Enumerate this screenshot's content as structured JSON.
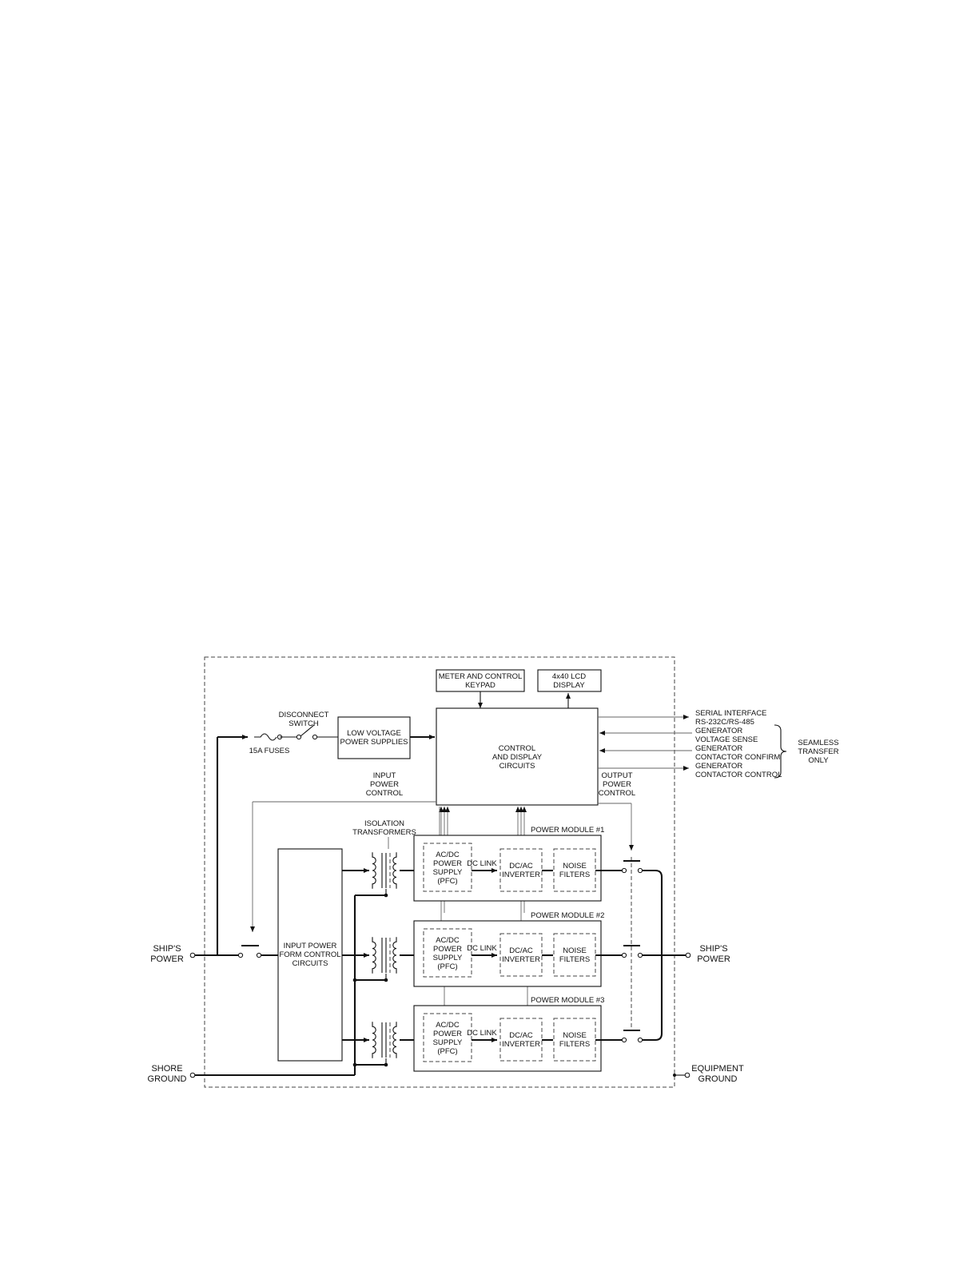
{
  "labels": {
    "meter_keypad": [
      "METER AND CONTROL",
      "KEYPAD"
    ],
    "lcd_display": [
      "4x40 LCD",
      "DISPLAY"
    ],
    "disconnect_switch": [
      "DISCONNECT",
      "SWITCH"
    ],
    "fuses": "15A FUSES",
    "low_voltage": [
      "LOW VOLTAGE",
      "POWER SUPPLIES"
    ],
    "control_display": [
      "CONTROL",
      "AND DISPLAY",
      "CIRCUITS"
    ],
    "input_power_control": [
      "INPUT",
      "POWER",
      "CONTROL"
    ],
    "output_power_control": [
      "OUTPUT",
      "POWER",
      "CONTROL"
    ],
    "isolation_transformers": [
      "ISOLATION",
      "TRANSFORMERS"
    ],
    "input_power_form": [
      "INPUT POWER",
      "FORM CONTROL",
      "CIRCUITS"
    ],
    "ships_power_in": [
      "SHIP'S",
      "POWER"
    ],
    "ships_power_out": [
      "SHIP'S",
      "POWER"
    ],
    "shore_ground": [
      "SHORE",
      "GROUND"
    ],
    "equipment_ground": [
      "EQUIPMENT",
      "GROUND"
    ],
    "seamless": [
      "SEAMLESS",
      "TRANSFER",
      "ONLY"
    ]
  },
  "signals": [
    "SERIAL INTERFACE",
    "RS-232C/RS-485",
    "GENERATOR",
    "VOLTAGE SENSE",
    "GENERATOR",
    "CONTACTOR CONFIRM",
    "GENERATOR",
    "CONTACTOR CONTROL"
  ],
  "modules": [
    {
      "title": "POWER MODULE #1",
      "acdc": [
        "AC/DC",
        "POWER",
        "SUPPLY",
        "(PFC)"
      ],
      "dclink": "DC LINK",
      "dcac": [
        "DC/AC",
        "INVERTER"
      ],
      "noise": [
        "NOISE",
        "FILTERS"
      ]
    },
    {
      "title": "POWER MODULE #2",
      "acdc": [
        "AC/DC",
        "POWER",
        "SUPPLY",
        "(PFC)"
      ],
      "dclink": "DC LINK",
      "dcac": [
        "DC/AC",
        "INVERTER"
      ],
      "noise": [
        "NOISE",
        "FILTERS"
      ]
    },
    {
      "title": "POWER MODULE #3",
      "acdc": [
        "AC/DC",
        "POWER",
        "SUPPLY",
        "(PFC)"
      ],
      "dclink": "DC LINK",
      "dcac": [
        "DC/AC",
        "INVERTER"
      ],
      "noise": [
        "NOISE",
        "FILTERS"
      ]
    }
  ]
}
